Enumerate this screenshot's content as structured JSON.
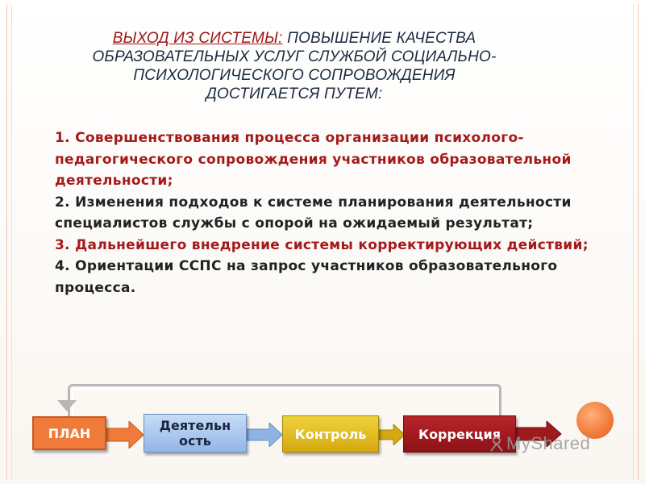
{
  "title": {
    "lead": "ВЫХОД ИЗ СИСТЕМЫ:",
    "line1_rest": " ПОВЫШЕНИЕ КАЧЕСТВА",
    "line2": "ОБРАЗОВАТЕЛЬНЫХ  УСЛУГ СЛУЖБОЙ СОЦИАЛЬНО-",
    "line3": "ПСИХОЛОГИЧЕСКОГО СОПРОВОЖДЕНИЯ",
    "line4": "ДОСТИГАЕТСЯ  ПУТЕМ:"
  },
  "items": [
    "1. Совершенствования  процесса организации психолого-педагогического сопровождения участников образовательной деятельности;",
    "2. Изменения  подходов к системе планирования деятельности специалистов службы с опорой на ожидаемый результат;",
    "3. Дальнейшего внедрение системы корректирующих действий;",
    "4. Ориентации ССПС  на запрос участников образовательного процесса."
  ],
  "flow": {
    "plan": "ПЛАН",
    "activity_line1": "Деятельн",
    "activity_line2": "ость",
    "control": "Контроль",
    "correction": "Коррекция"
  },
  "watermark": "MyShared",
  "colors": {
    "accent_red": "#a41a1a",
    "text_dark": "#222222",
    "plan_orange": "#f07a3a",
    "activity_blue": "#93b6e6",
    "control_yellow": "#d4a812",
    "correction_red": "#8c1216"
  }
}
